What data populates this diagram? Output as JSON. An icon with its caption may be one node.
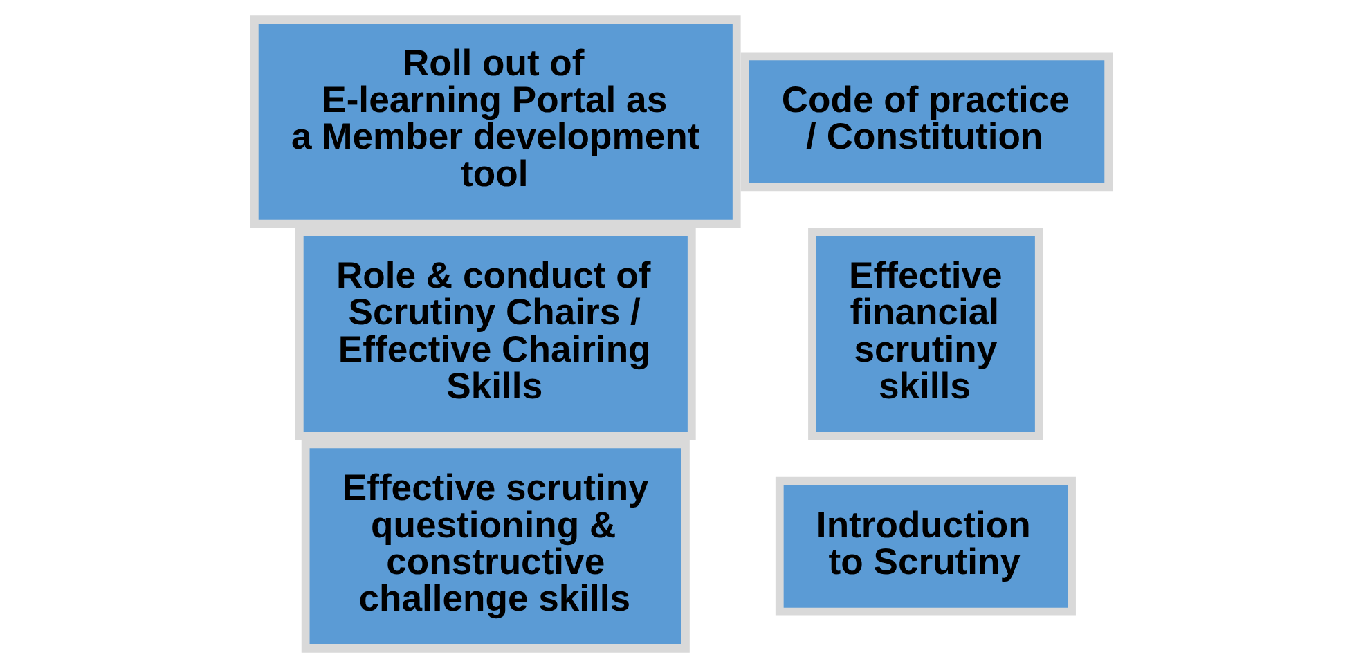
{
  "diagram": {
    "nodes": [
      {
        "text": [
          "Code of practice / Constitution"
        ]
      },
      {
        "text": [
          "Role & conduct of Scrutiny Chairs / Effective Chairing Skills"
        ]
      },
      {
        "text": [
          "Introduction to Scrutiny"
        ]
      },
      {
        "text": [
          "Effective financial scrutiny skills"
        ]
      },
      {
        "text": [
          "Roll out of E-learning Portal as a Member development tool"
        ]
      },
      {
        "text": [
          "Effective scrutiny questioning & constructive challenge skills"
        ]
      }
    ],
    "edges": []
  }
}
